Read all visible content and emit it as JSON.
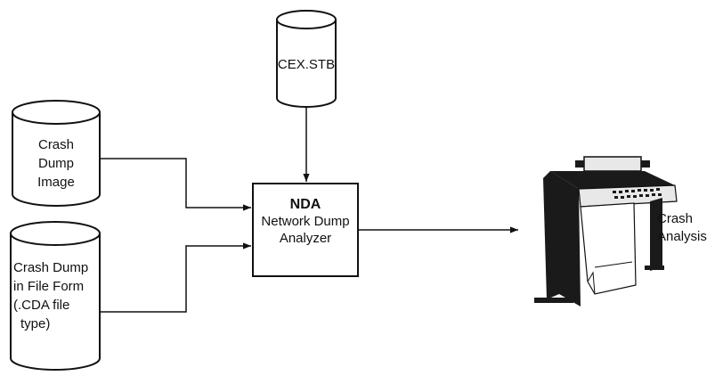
{
  "diagram": {
    "cex_stb": {
      "label": "CEX.STB"
    },
    "crash_dump_image": {
      "lines": [
        "Crash",
        "Dump",
        "Image"
      ]
    },
    "crash_dump_file": {
      "lines": [
        "Crash Dump",
        "in File Form",
        "(.CDA file",
        "type)"
      ]
    },
    "nda": {
      "title": "NDA",
      "lines": [
        "Network Dump",
        "Analyzer"
      ]
    },
    "output": {
      "lines": [
        "Crash",
        "Analysis"
      ]
    }
  },
  "colors": {
    "ink": "#111111",
    "paper": "#ffffff",
    "printer_dark": "#1a1a1a",
    "printer_light": "#e8e8e8"
  }
}
